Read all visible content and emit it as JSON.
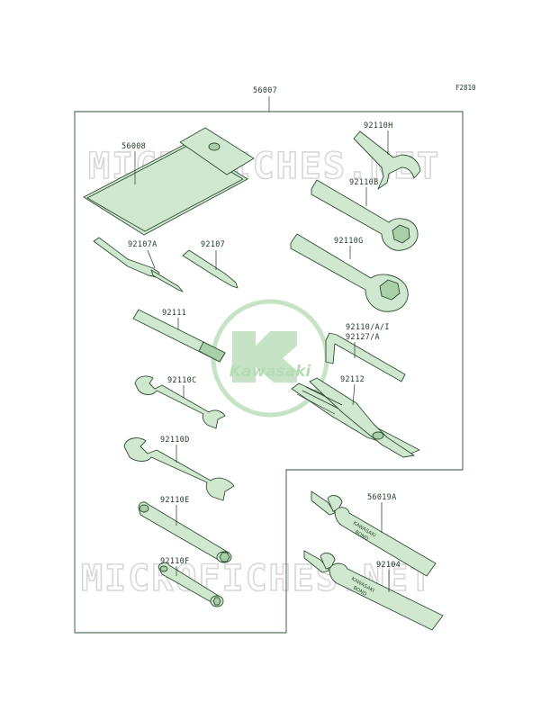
{
  "figure_ref": "F2810",
  "assembly_number": "56007",
  "parts": [
    {
      "id": "p56008",
      "number": "56008"
    },
    {
      "id": "p92110H",
      "number": "92110H"
    },
    {
      "id": "p92110B",
      "number": "92110B"
    },
    {
      "id": "p92110G",
      "number": "92110G"
    },
    {
      "id": "p92107A",
      "number": "92107A"
    },
    {
      "id": "p92107",
      "number": "92107"
    },
    {
      "id": "p92111",
      "number": "92111"
    },
    {
      "id": "p92110AI",
      "number": "92110/A/I"
    },
    {
      "id": "p92127A",
      "number": "92127/A"
    },
    {
      "id": "p92110C",
      "number": "92110C"
    },
    {
      "id": "p92112",
      "number": "92112"
    },
    {
      "id": "p92110D",
      "number": "92110D"
    },
    {
      "id": "p92110E",
      "number": "92110E"
    },
    {
      "id": "p56019A",
      "number": "56019A"
    },
    {
      "id": "p92110F",
      "number": "92110F"
    },
    {
      "id": "p92104",
      "number": "92104"
    }
  ],
  "tube_labels": {
    "brand": "KAWASAKI",
    "product": "BOND"
  },
  "watermark": {
    "site": "MICROFICHES.NET",
    "brand": "Kawasaki"
  },
  "colors": {
    "tool_fill": "#cfe8cf",
    "line": "#2f4f33",
    "watermark": "#d8d8d8",
    "logo": "#b6dcb6"
  }
}
